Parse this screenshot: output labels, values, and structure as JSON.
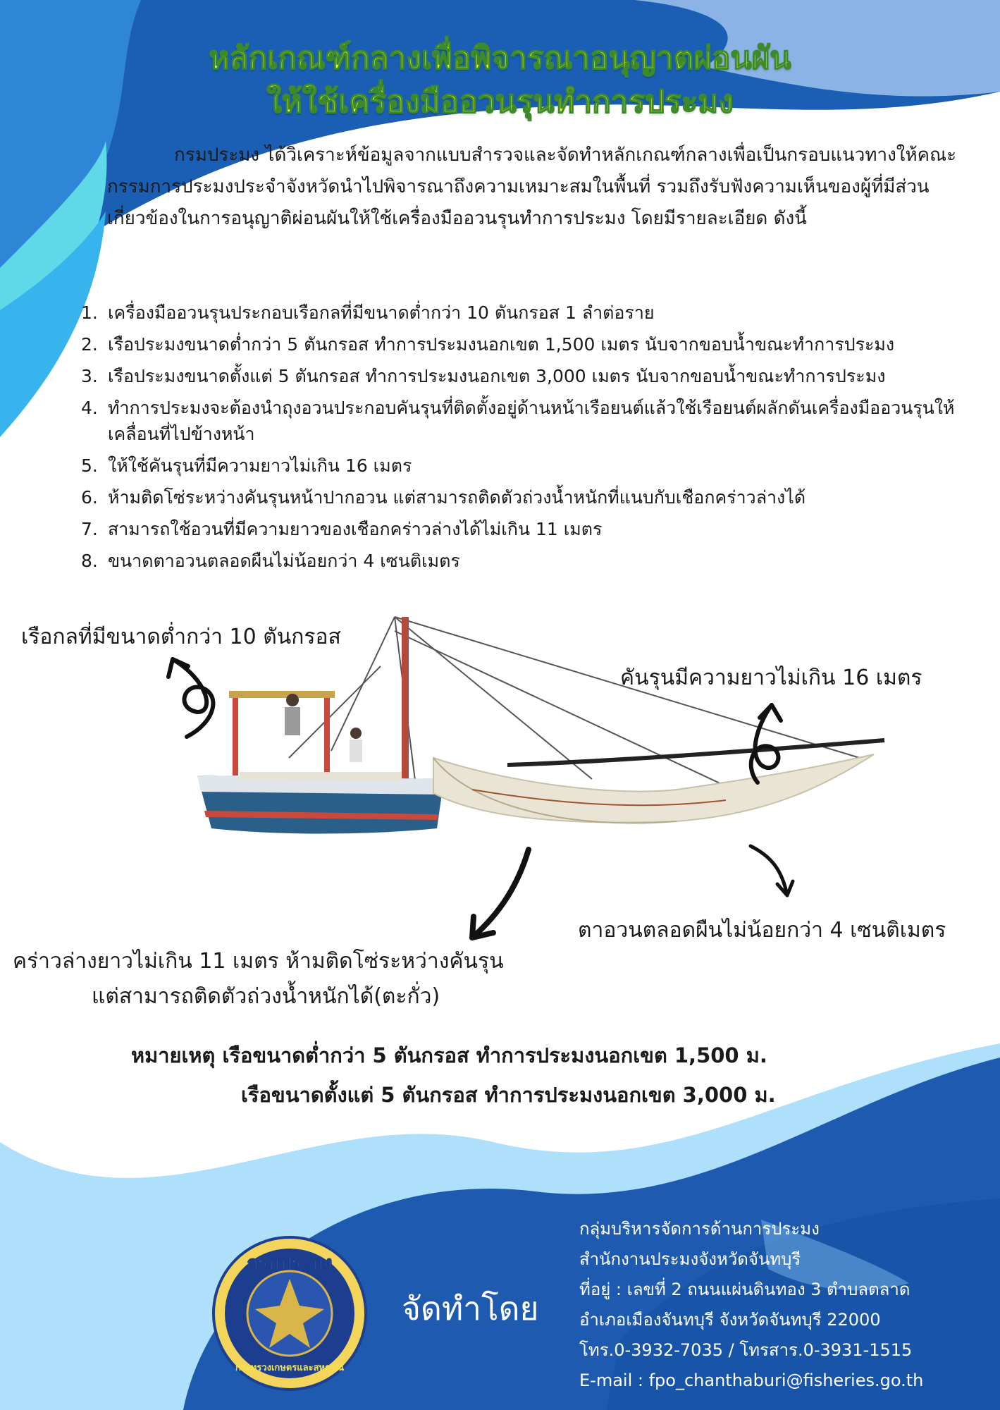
{
  "colors": {
    "wave_dark": "#1a5fb4",
    "wave_mid": "#3d9be0",
    "wave_light": "#aee0fb",
    "title_fill": "#f2f542",
    "title_stroke": "#3d8a2b",
    "footer_text": "#ffffff"
  },
  "title": {
    "line1": "หลักเกณฑ์กลางเพื่อพิจารณาอนุญาตผ่อนผัน",
    "line2": "ให้ใช้เครื่องมืออวนรุนทำการประมง"
  },
  "intro": "กรมประมง ได้วิเคราะห์ข้อมูลจากแบบสำรวจและจัดทำหลักเกณฑ์กลางเพื่อเป็นกรอบแนวทางให้คณะกรรมการประมงประจำจังหวัดนำไปพิจารณาถึงความเหมาะสมในพื้นที่ รวมถึงรับฟังความเห็นของผู้ที่มีส่วนเกี่ยวข้องในการอนุญาติผ่อนผันให้ใช้เครื่องมืออวนรุนทำการประมง โดยมีรายละเอียด ดังนี้",
  "rules": [
    {
      "num": "1.",
      "text": "เครื่องมืออวนรุนประกอบเรือกลที่มีขนาดต่ำกว่า 10 ตันกรอส 1 ลำต่อราย"
    },
    {
      "num": "2.",
      "text": "เรือประมงขนาดต่ำกว่า 5 ตันกรอส ทำการประมงนอกเขต 1,500 เมตร นับจากขอบน้ำขณะทำการประมง"
    },
    {
      "num": "3.",
      "text": "เรือประมงขนาดตั้งแต่ 5 ตันกรอส ทำการประมงนอกเขต 3,000 เมตร นับจากขอบน้ำขณะทำการประมง"
    },
    {
      "num": "4.",
      "text": "ทำการประมงจะต้องนำถุงอวนประกอบคันรุนที่ติดตั้งอยู่ด้านหน้าเรือยนต์แล้วใช้เรือยนต์ผลักดันเครื่องมืออวนรุนให้เคลื่อนที่ไปข้างหน้า"
    },
    {
      "num": "5.",
      "text": "ให้ใช้คันรุนที่มีความยาวไม่เกิน 16 เมตร"
    },
    {
      "num": "6.",
      "text": "ห้ามติดโซ่ระหว่างคันรุนหน้าปากอวน แต่สามารถติดตัวถ่วงน้ำหนักที่แนบกับเชือกคร่าวล่างได้"
    },
    {
      "num": "7.",
      "text": "สามารถใช้อวนที่มีความยาวของเชือกคร่าวล่างได้ไม่เกิน 11 เมตร"
    },
    {
      "num": "8.",
      "text": "ขนาดตาอวนตลอดผืนไม่น้อยกว่า 4 เซนติเมตร"
    }
  ],
  "callouts": {
    "boat": "เรือกลที่มีขนาดต่ำกว่า 10 ตันกรอส",
    "pole": "คันรุนมีความยาวไม่เกิน 16 เมตร",
    "mesh": "ตาอวนตลอดผืนไม่น้อยกว่า 4 เซนติเมตร",
    "rope_line1": "คร่าวล่างยาวไม่เกิน 11 เมตร ห้ามติดโซ่ระหว่างคันรุน",
    "rope_line2": "แต่สามารถติดตัวถ่วงน้ำหนักได้(ตะกั่ว)"
  },
  "note": {
    "line1": "หมายเหตุ เรือขนาดต่ำกว่า 5 ตันกรอส ทำการประมงนอกเขต 1,500 ม.",
    "line2": "เรือขนาดตั้งแต่ 5 ตันกรอส ทำการประมงนอกเขต 3,000 ม."
  },
  "footer": {
    "logo_top": "กรมประมง",
    "logo_bottom": "กระทรวงเกษตรและสหกรณ์",
    "made_by": "จัดทำโดย",
    "contact": [
      "กลุ่มบริหารจัดการด้านการประมง",
      "สำนักงานประมงจังหวัดจันทบุรี",
      "ที่อยู่ : เลขที่ 2 ถนนแผ่นดินทอง 3 ตำบลตลาด",
      "อำเภอเมืองจันทบุรี จังหวัดจันทบุรี 22000",
      "โทร.0-3932-7035 / โทรสาร.0-3931-1515",
      "E-mail : fpo_chanthaburi@fisheries.go.th"
    ]
  }
}
